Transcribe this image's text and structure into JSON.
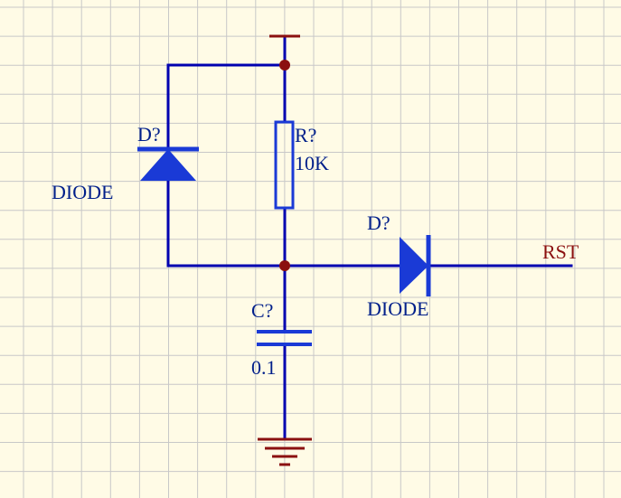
{
  "colors": {
    "background": "#fffbe6",
    "grid": "#c8c8c8",
    "wire": "#0000b0",
    "component": "#1a3ad6",
    "junction": "#8b1010",
    "power": "#8b1010",
    "label": "#001f8a",
    "net_label": "#8b1010"
  },
  "components": {
    "diode1": {
      "designator": "D?",
      "value": "DIODE"
    },
    "resistor": {
      "designator": "R?",
      "value": "10K"
    },
    "diode2": {
      "designator": "D?",
      "value": "DIODE"
    },
    "capacitor": {
      "designator": "C?",
      "value": "0.1"
    }
  },
  "net_label": "RST",
  "symbols": [
    "power-rail-icon",
    "ground-icon",
    "diode-icon",
    "resistor-icon",
    "capacitor-icon",
    "junction-dot-icon"
  ]
}
